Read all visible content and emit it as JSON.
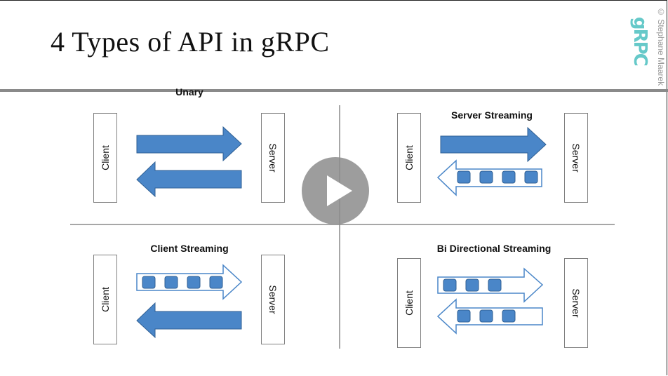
{
  "slide": {
    "title": "4 Types of API in gRPC",
    "copyright": "© Stephane Maarek",
    "logo": "gRPC"
  },
  "colors": {
    "arrow_fill": "#4a86c8",
    "arrow_stroke": "#2f5f93",
    "logo": "#66c9c9",
    "divider": "#8a8a8a"
  },
  "panels": [
    {
      "title": "Unary",
      "client": "Client",
      "server": "Server",
      "request": "solid",
      "response": "solid",
      "request_messages": 0,
      "response_messages": 0
    },
    {
      "title": "Server Streaming",
      "client": "Client",
      "server": "Server",
      "request": "solid",
      "response": "stream",
      "request_messages": 0,
      "response_messages": 4
    },
    {
      "title": "Client Streaming",
      "client": "Client",
      "server": "Server",
      "request": "stream",
      "response": "solid",
      "request_messages": 4,
      "response_messages": 0
    },
    {
      "title": "Bi Directional Streaming",
      "client": "Client",
      "server": "Server",
      "request": "stream",
      "response": "stream",
      "request_messages": 3,
      "response_messages": 3
    }
  ],
  "video": {
    "control": "play-icon"
  }
}
